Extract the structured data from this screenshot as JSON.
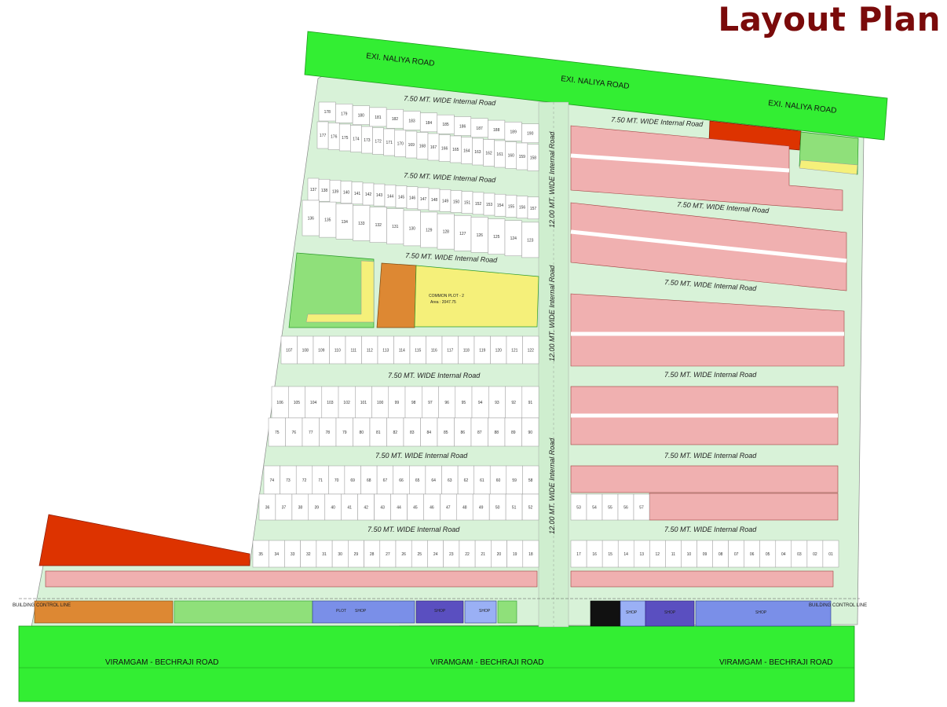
{
  "title": "Layout Plan",
  "colors": {
    "title": "#7a0a0a",
    "main_road": "#33ee33",
    "internal_road": "#cfeecf",
    "plot_fill": "#ffffff",
    "plot_stroke": "#999999",
    "built_block": "#f0b0b0",
    "red_zone": "#dd3300",
    "orange_zone": "#dd8833",
    "yellow_zone": "#f5f07a",
    "garden": "#8fe07a",
    "blue_shop": "#7a8fe8",
    "purple_shop": "#5a4fc0"
  },
  "roads": {
    "naliya_labels": [
      "EXI. NALIYA ROAD",
      "EXI. NALIYA ROAD",
      "EXI. NALIYA ROAD"
    ],
    "bechraji_labels": [
      "VIRAMGAM - BECHRAJI ROAD",
      "VIRAMGAM - BECHRAJI ROAD",
      "VIRAMGAM - BECHRAJI ROAD"
    ],
    "internal_7_5": "7.50 MT. WIDE Internal Road",
    "internal_12": "12.00 MT. WIDE Internal Road"
  },
  "building_control_line": "BUILDING CONTROL LINE",
  "common_plot": {
    "name": "COMMON PLOT - 2",
    "area": "Area : 2047.75"
  },
  "plot_rows": {
    "row_a": [
      "178",
      "179",
      "180",
      "181",
      "182",
      "183",
      "184",
      "185",
      "186",
      "187",
      "188",
      "189",
      "190"
    ],
    "row_b": [
      "177",
      "176",
      "175",
      "174",
      "173",
      "172",
      "171",
      "170",
      "169",
      "168",
      "167",
      "166",
      "165",
      "164",
      "163",
      "162",
      "161",
      "160",
      "159",
      "158"
    ],
    "row_c": [
      "137",
      "138",
      "139",
      "140",
      "141",
      "142",
      "143",
      "144",
      "145",
      "146",
      "147",
      "148",
      "149",
      "150",
      "151",
      "152",
      "153",
      "154",
      "155",
      "156",
      "157"
    ],
    "row_d": [
      "136",
      "135",
      "134",
      "133",
      "132",
      "131",
      "130",
      "129",
      "128",
      "127",
      "126",
      "125",
      "124",
      "123"
    ],
    "row_e": [
      "107",
      "108",
      "109",
      "110",
      "111",
      "112",
      "113",
      "114",
      "115",
      "116",
      "117",
      "118",
      "119",
      "120",
      "121",
      "122"
    ],
    "row_f": [
      "106",
      "105",
      "104",
      "103",
      "102",
      "101",
      "100",
      "99",
      "98",
      "97",
      "96",
      "95",
      "94",
      "93",
      "92",
      "91"
    ],
    "row_g": [
      "75",
      "76",
      "77",
      "78",
      "79",
      "80",
      "81",
      "82",
      "83",
      "84",
      "85",
      "86",
      "87",
      "88",
      "89",
      "90"
    ],
    "row_h": [
      "74",
      "73",
      "72",
      "71",
      "70",
      "69",
      "68",
      "67",
      "66",
      "65",
      "64",
      "63",
      "62",
      "61",
      "60",
      "59",
      "58"
    ],
    "row_i": [
      "36",
      "37",
      "38",
      "39",
      "40",
      "41",
      "42",
      "43",
      "44",
      "45",
      "46",
      "47",
      "48",
      "49",
      "50",
      "51",
      "52"
    ],
    "row_j": [
      "35",
      "34",
      "33",
      "32",
      "31",
      "30",
      "29",
      "28",
      "27",
      "26",
      "25",
      "24",
      "23",
      "22",
      "21",
      "20",
      "19",
      "18"
    ],
    "row_k": [
      "17",
      "16",
      "15",
      "14",
      "13",
      "12",
      "11",
      "10",
      "09",
      "08",
      "07",
      "06",
      "05",
      "04",
      "03",
      "02",
      "01"
    ],
    "row_l": [
      "53",
      "54",
      "55",
      "56",
      "57"
    ]
  },
  "shop_labels": [
    "SHOP",
    "SHOP",
    "SHOP",
    "SHOP",
    "SHOP",
    "SHOP",
    "SHOP"
  ],
  "plot_label": "PLOT"
}
